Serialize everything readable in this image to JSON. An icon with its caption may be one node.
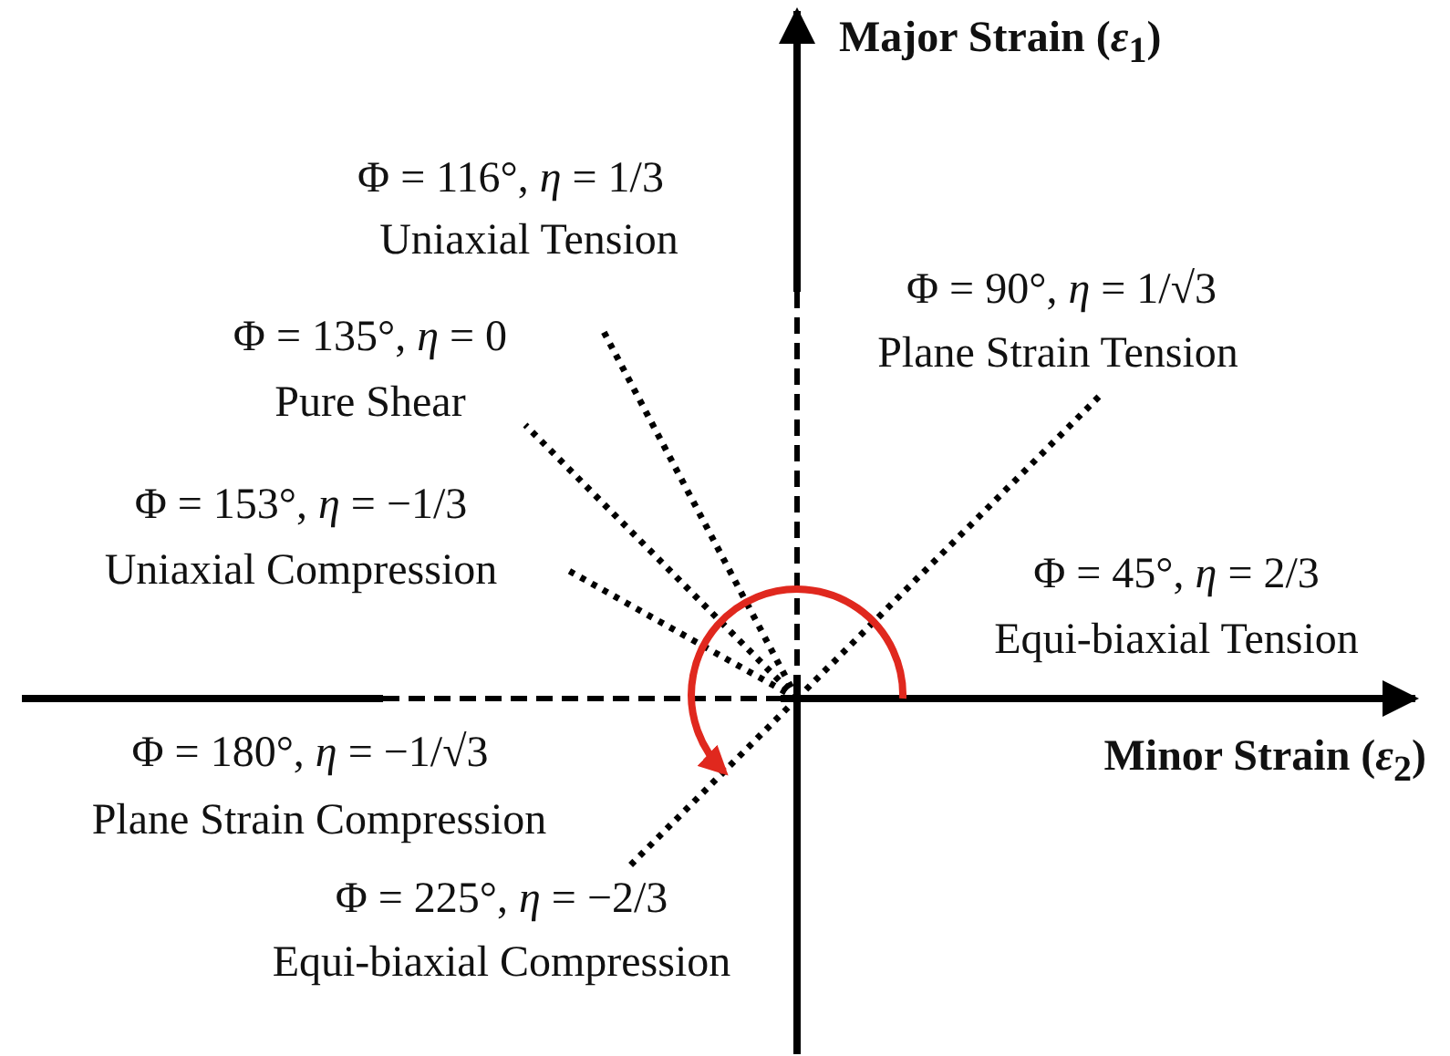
{
  "diagram": {
    "labels": [
      "Major Strain (*ε*$_{1}$)",
      "Φ = 116°, *η* = 1/3",
      "Uniaxial Tension",
      "Φ = 90°, *η* = 1/√3",
      "Plane Strain Tension",
      "Φ = 135°, *η* = 0",
      "Pure Shear",
      "Φ = 153°, *η* = −1/3",
      "Uniaxial Compression",
      "Φ = 45°, *η* = 2/3",
      "Equi-biaxial Tension",
      "Φ = 180°, *η* = −1/√3",
      "Minor Strain (*ε*$_{2}$)",
      "Plane Strain Compression",
      "Φ = 225°, *η* = −2/3",
      "Equi-biaxial Compression"
    ]
  }
}
